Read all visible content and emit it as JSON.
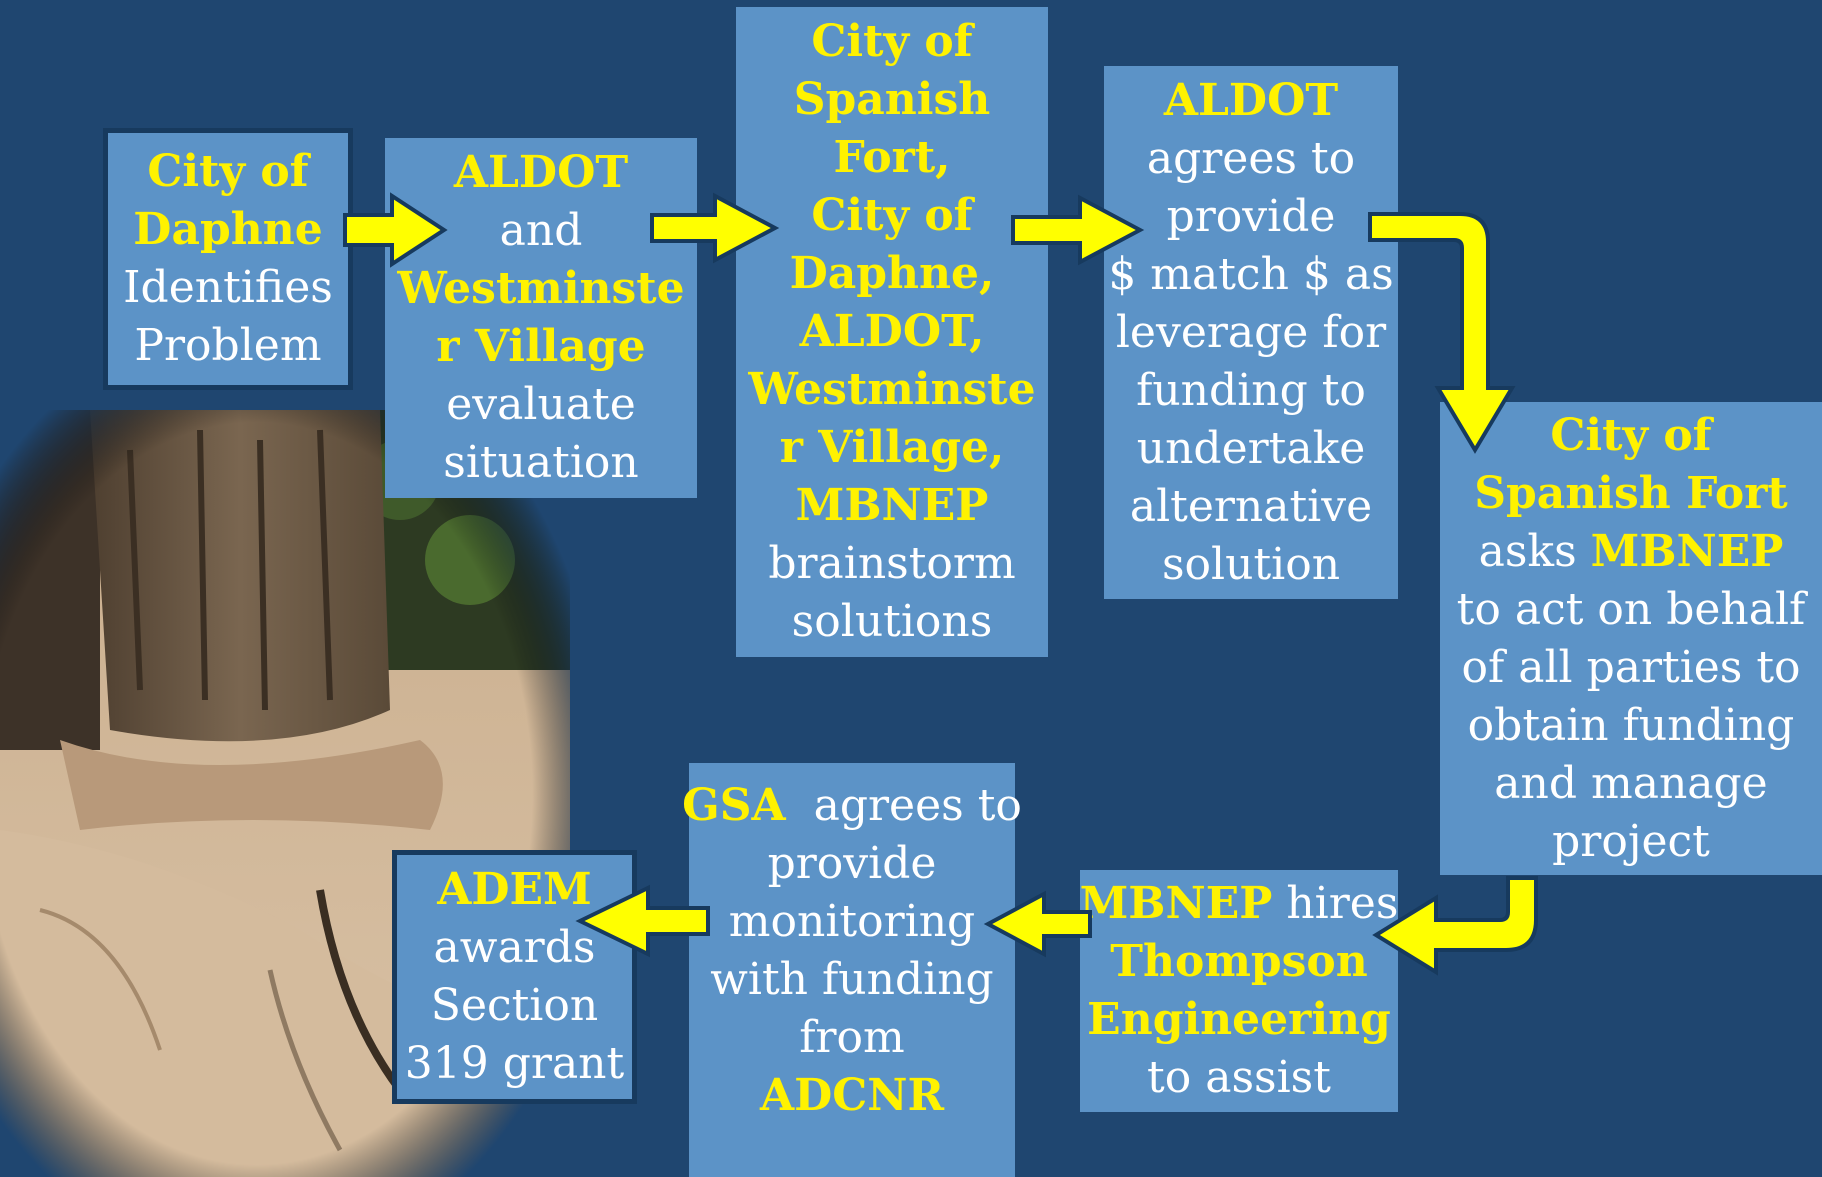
{
  "boxes": {
    "b1": {
      "l1": "City of",
      "l2": "Daphne",
      "l3": "Identifies",
      "l4": "Problem"
    },
    "b2": {
      "l1": "ALDOT",
      "l2": "and",
      "l3": "Westminste",
      "l4": "r Village",
      "l5": "evaluate",
      "l6": "situation"
    },
    "b3": {
      "l1": "City of",
      "l2": "Spanish",
      "l3": "Fort,",
      "l4": "City of",
      "l5": "Daphne,",
      "l6": "ALDOT,",
      "l7": "Westminste",
      "l8": "r Village,",
      "l9": "MBNEP",
      "l10": "brainstorm",
      "l11": "solutions"
    },
    "b4": {
      "l1": "ALDOT",
      "l2": "agrees to",
      "l3": "provide",
      "l4": "$ match $ as",
      "l5": "leverage for",
      "l6": "funding to",
      "l7": "undertake",
      "l8": "alternative",
      "l9": "solution"
    },
    "b5": {
      "l1": "City of",
      "l2": "Spanish Fort",
      "l3a": "asks ",
      "l3b": "MBNEP",
      "l4": "to act on behalf",
      "l5": "of all parties to",
      "l6": "obtain funding",
      "l7": "and manage",
      "l8": "project"
    },
    "b6": {
      "l1a": "MBNEP",
      "l1b": " hires",
      "l2": "Thompson",
      "l3": "Engineering",
      "l4": "to assist"
    },
    "b7": {
      "l1a": "GSA",
      "l1b": "  agrees to",
      "l2": "provide",
      "l3": "monitoring",
      "l4": "with funding",
      "l5": "from",
      "l6": "ADCNR"
    },
    "b8": {
      "l1": "ADEM",
      "l2": "awards",
      "l3": "Section",
      "l4": "319 grant"
    }
  },
  "colors": {
    "background": "#1f4670",
    "box": "#5c93c7",
    "highlight": "#fff200",
    "arrow": "#ffff00"
  },
  "photo": {
    "subject": "tree trunk with exposed roots in eroded sand"
  }
}
